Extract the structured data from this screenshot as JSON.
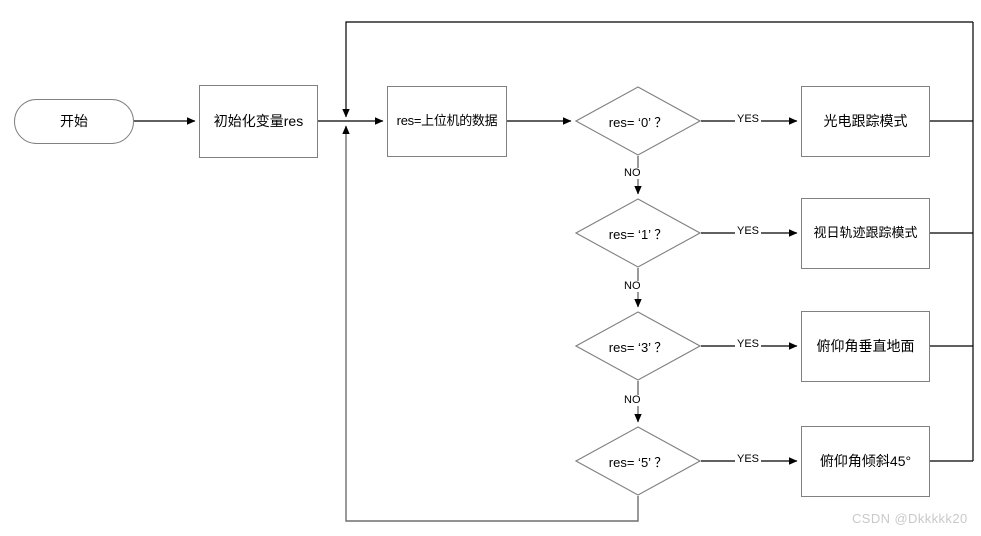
{
  "diagram": {
    "type": "flowchart",
    "title": "res mode dispatch flowchart",
    "start": {
      "label": "开始"
    },
    "process_init": {
      "label": "初始化变量res"
    },
    "process_read": {
      "label": "res=上位机的数据"
    },
    "decisions": [
      {
        "label": "res= ‘0’ ？",
        "yes_label": "YES",
        "no_label": "NO"
      },
      {
        "label": "res= ‘1’ ？",
        "yes_label": "YES",
        "no_label": "NO"
      },
      {
        "label": "res= ‘3’ ？",
        "yes_label": "YES",
        "no_label": "NO"
      },
      {
        "label": "res= ‘5’ ？",
        "yes_label": "YES",
        "no_label": ""
      }
    ],
    "results": [
      {
        "label": "光电跟踪模式"
      },
      {
        "label": "视日轨迹跟踪模式"
      },
      {
        "label": "俯仰角垂直地面"
      },
      {
        "label": "俯仰角倾斜45°"
      }
    ],
    "watermark": "CSDN @Dkkkkk20",
    "colors": {
      "node_border": "#808080",
      "wire": "#000000",
      "loop_wire": "#6e6e6e",
      "canvas": "#ffffff",
      "text": "#000000",
      "watermark": "#c9c9c9"
    }
  }
}
